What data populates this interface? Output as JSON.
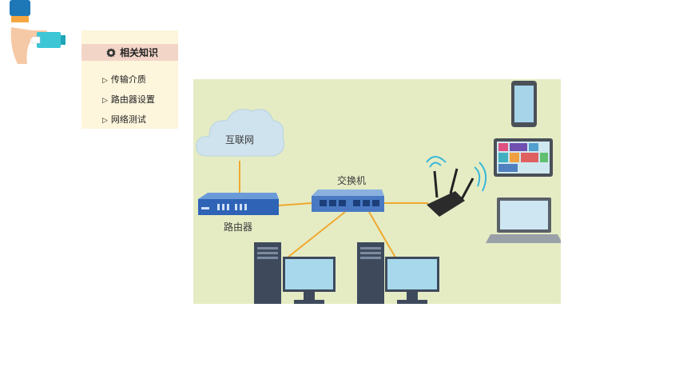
{
  "panel": {
    "title": "相关知识",
    "items": [
      "传输介质",
      "路由器设置",
      "网络测试"
    ]
  },
  "diagram": {
    "labels": {
      "cloud": "互联网",
      "switch": "交换机",
      "router": "路由器"
    }
  },
  "colors": {
    "diagram_bg": "#e5ecc4",
    "link": "#f0a830",
    "device_blue": "#2e63b6",
    "cloud": "#cfe3ee"
  }
}
